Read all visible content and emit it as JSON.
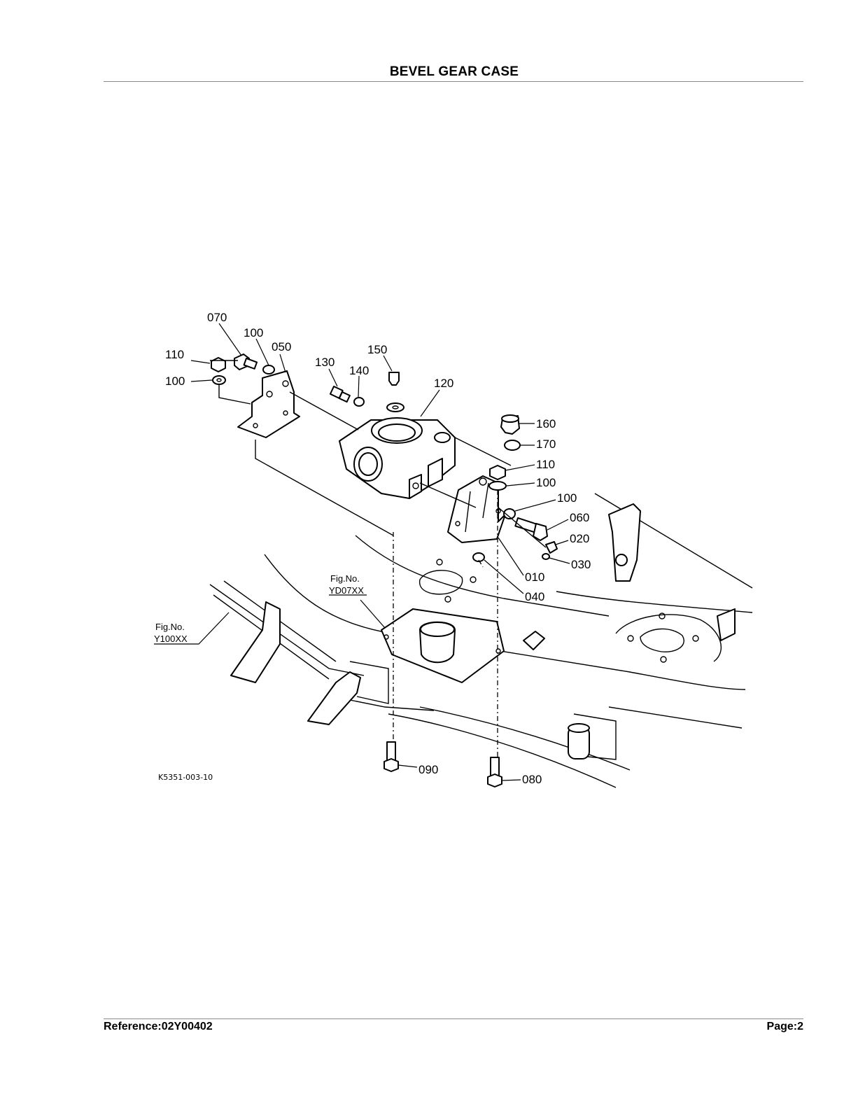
{
  "header": {
    "title": "BEVEL GEAR CASE"
  },
  "footer": {
    "reference": "Reference:02Y00402",
    "page": "Page:2"
  },
  "diagram": {
    "drawing_code": "K5351-003-10",
    "callouts": {
      "c070": "070",
      "c100a": "100",
      "c050": "050",
      "c110a": "110",
      "c100b": "100",
      "c130": "130",
      "c140": "140",
      "c150": "150",
      "c120": "120",
      "c160": "160",
      "c170": "170",
      "c110b": "110",
      "c100c": "100",
      "c100d": "100",
      "c060": "060",
      "c020": "020",
      "c030": "030",
      "c010": "010",
      "c040": "040",
      "c090": "090",
      "c080": "080"
    },
    "fig_refs": {
      "fig1_label": "Fig.No.",
      "fig1_code": "YD07XX",
      "fig2_label": "Fig.No.",
      "fig2_code": "Y100XX"
    }
  }
}
